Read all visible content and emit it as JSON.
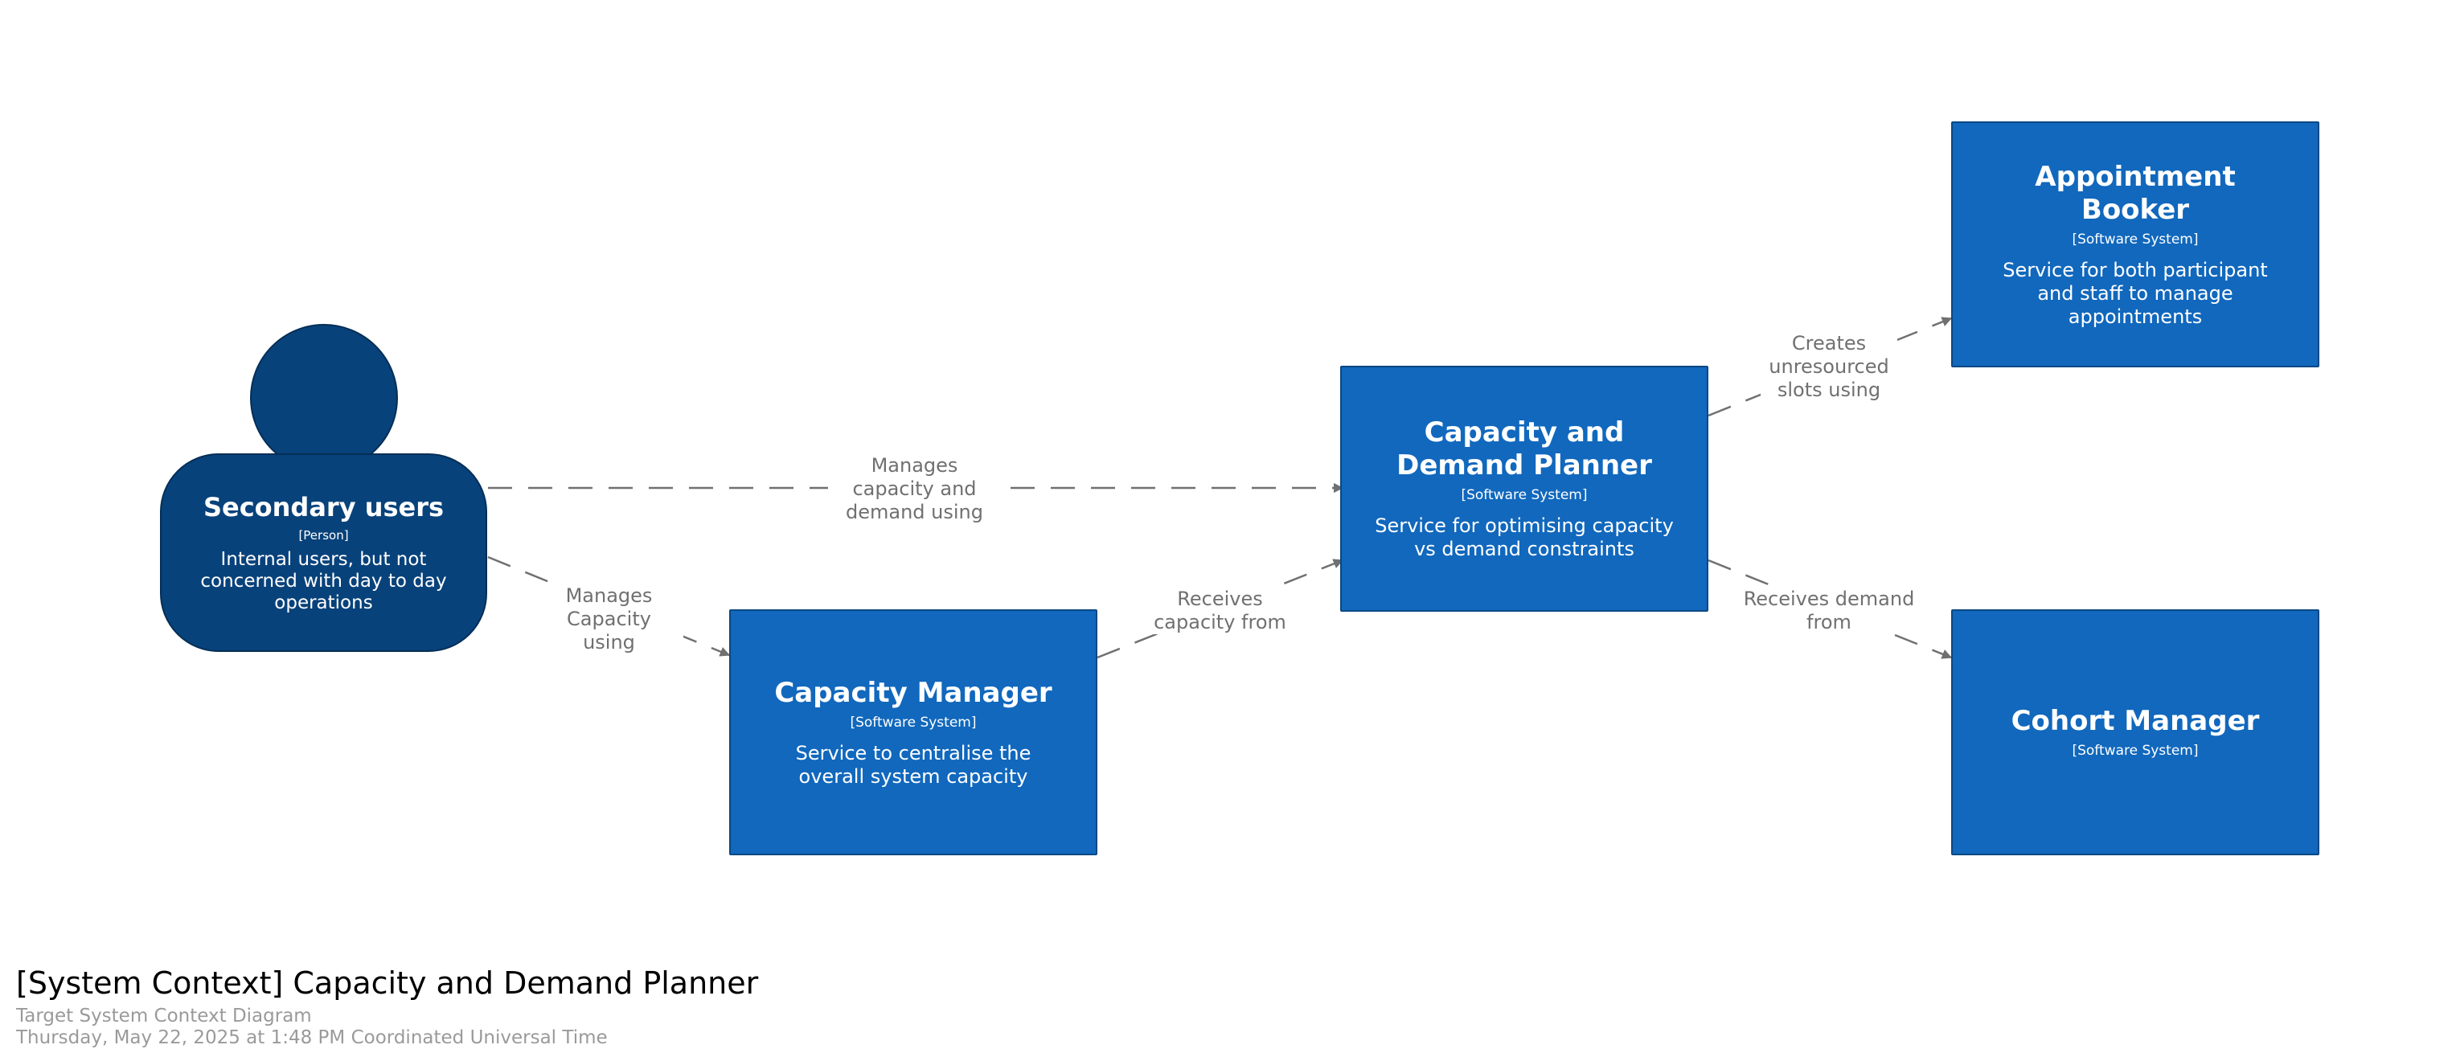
{
  "colors": {
    "software_system": "#1168bd",
    "person": "#08427b",
    "relationship": "#707070",
    "background": "#ffffff"
  },
  "elements": {
    "secondary_users": {
      "name": "Secondary users",
      "type": "[Person]",
      "description": "Internal users, but not concerned with day to day operations"
    },
    "capacity_manager": {
      "name": "Capacity Manager",
      "type": "[Software System]",
      "description": "Service to centralise the overall system capacity"
    },
    "planner": {
      "name": "Capacity and Demand Planner",
      "type": "[Software System]",
      "description": "Service for optimising capacity vs demand constraints"
    },
    "appointment_booker": {
      "name": "Appointment Booker",
      "type": "[Software System]",
      "description": "Service for both participant and staff to manage appointments"
    },
    "cohort_manager": {
      "name": "Cohort Manager",
      "type": "[Software System]"
    }
  },
  "relationships": {
    "users_to_planner": "Manages capacity and demand using",
    "users_to_capacity": "Manages Capacity using",
    "capacity_to_planner": "Receives capacity from",
    "planner_to_booker": "Creates unresourced slots using",
    "planner_to_cohort": "Receives demand from"
  },
  "footer": {
    "title": "[System Context] Capacity and Demand Planner",
    "subtitle": "Target System Context Diagram",
    "timestamp": "Thursday, May 22, 2025 at 1:48 PM Coordinated Universal Time"
  }
}
